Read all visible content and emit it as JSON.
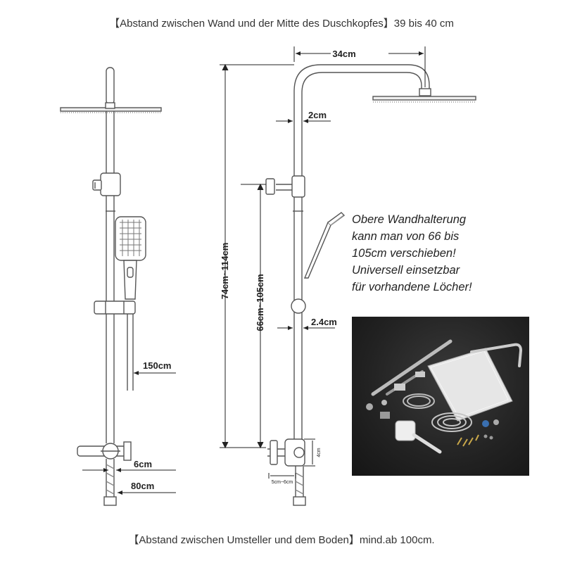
{
  "captions": {
    "top": "【Abstand zwischen Wand und der Mitte des Duschkopfes】39 bis 40 cm",
    "bottom": "【Abstand zwischen Umsteller und dem Boden】mind.ab 100cm."
  },
  "dimensions": {
    "arm_length": "34cm",
    "pipe_diameter": "2cm",
    "total_height": "74cm~114cm",
    "bracket_range": "66cm~105cm",
    "lower_pipe_diameter": "2.4cm",
    "hose_length": "150cm",
    "inlet_offset": "6cm",
    "connector_length": "80cm",
    "valve_height": "4cm",
    "wall_offset": "5cm~6cm"
  },
  "note": {
    "lines": [
      "Obere Wandhalterung",
      "kann man von 66 bis",
      "105cm verschieben!",
      "Universell einsetzbar",
      "für vorhandene Löcher!"
    ]
  },
  "colors": {
    "line": "#555555",
    "photo_background": "#222222",
    "chrome": "#c8c8c8"
  }
}
